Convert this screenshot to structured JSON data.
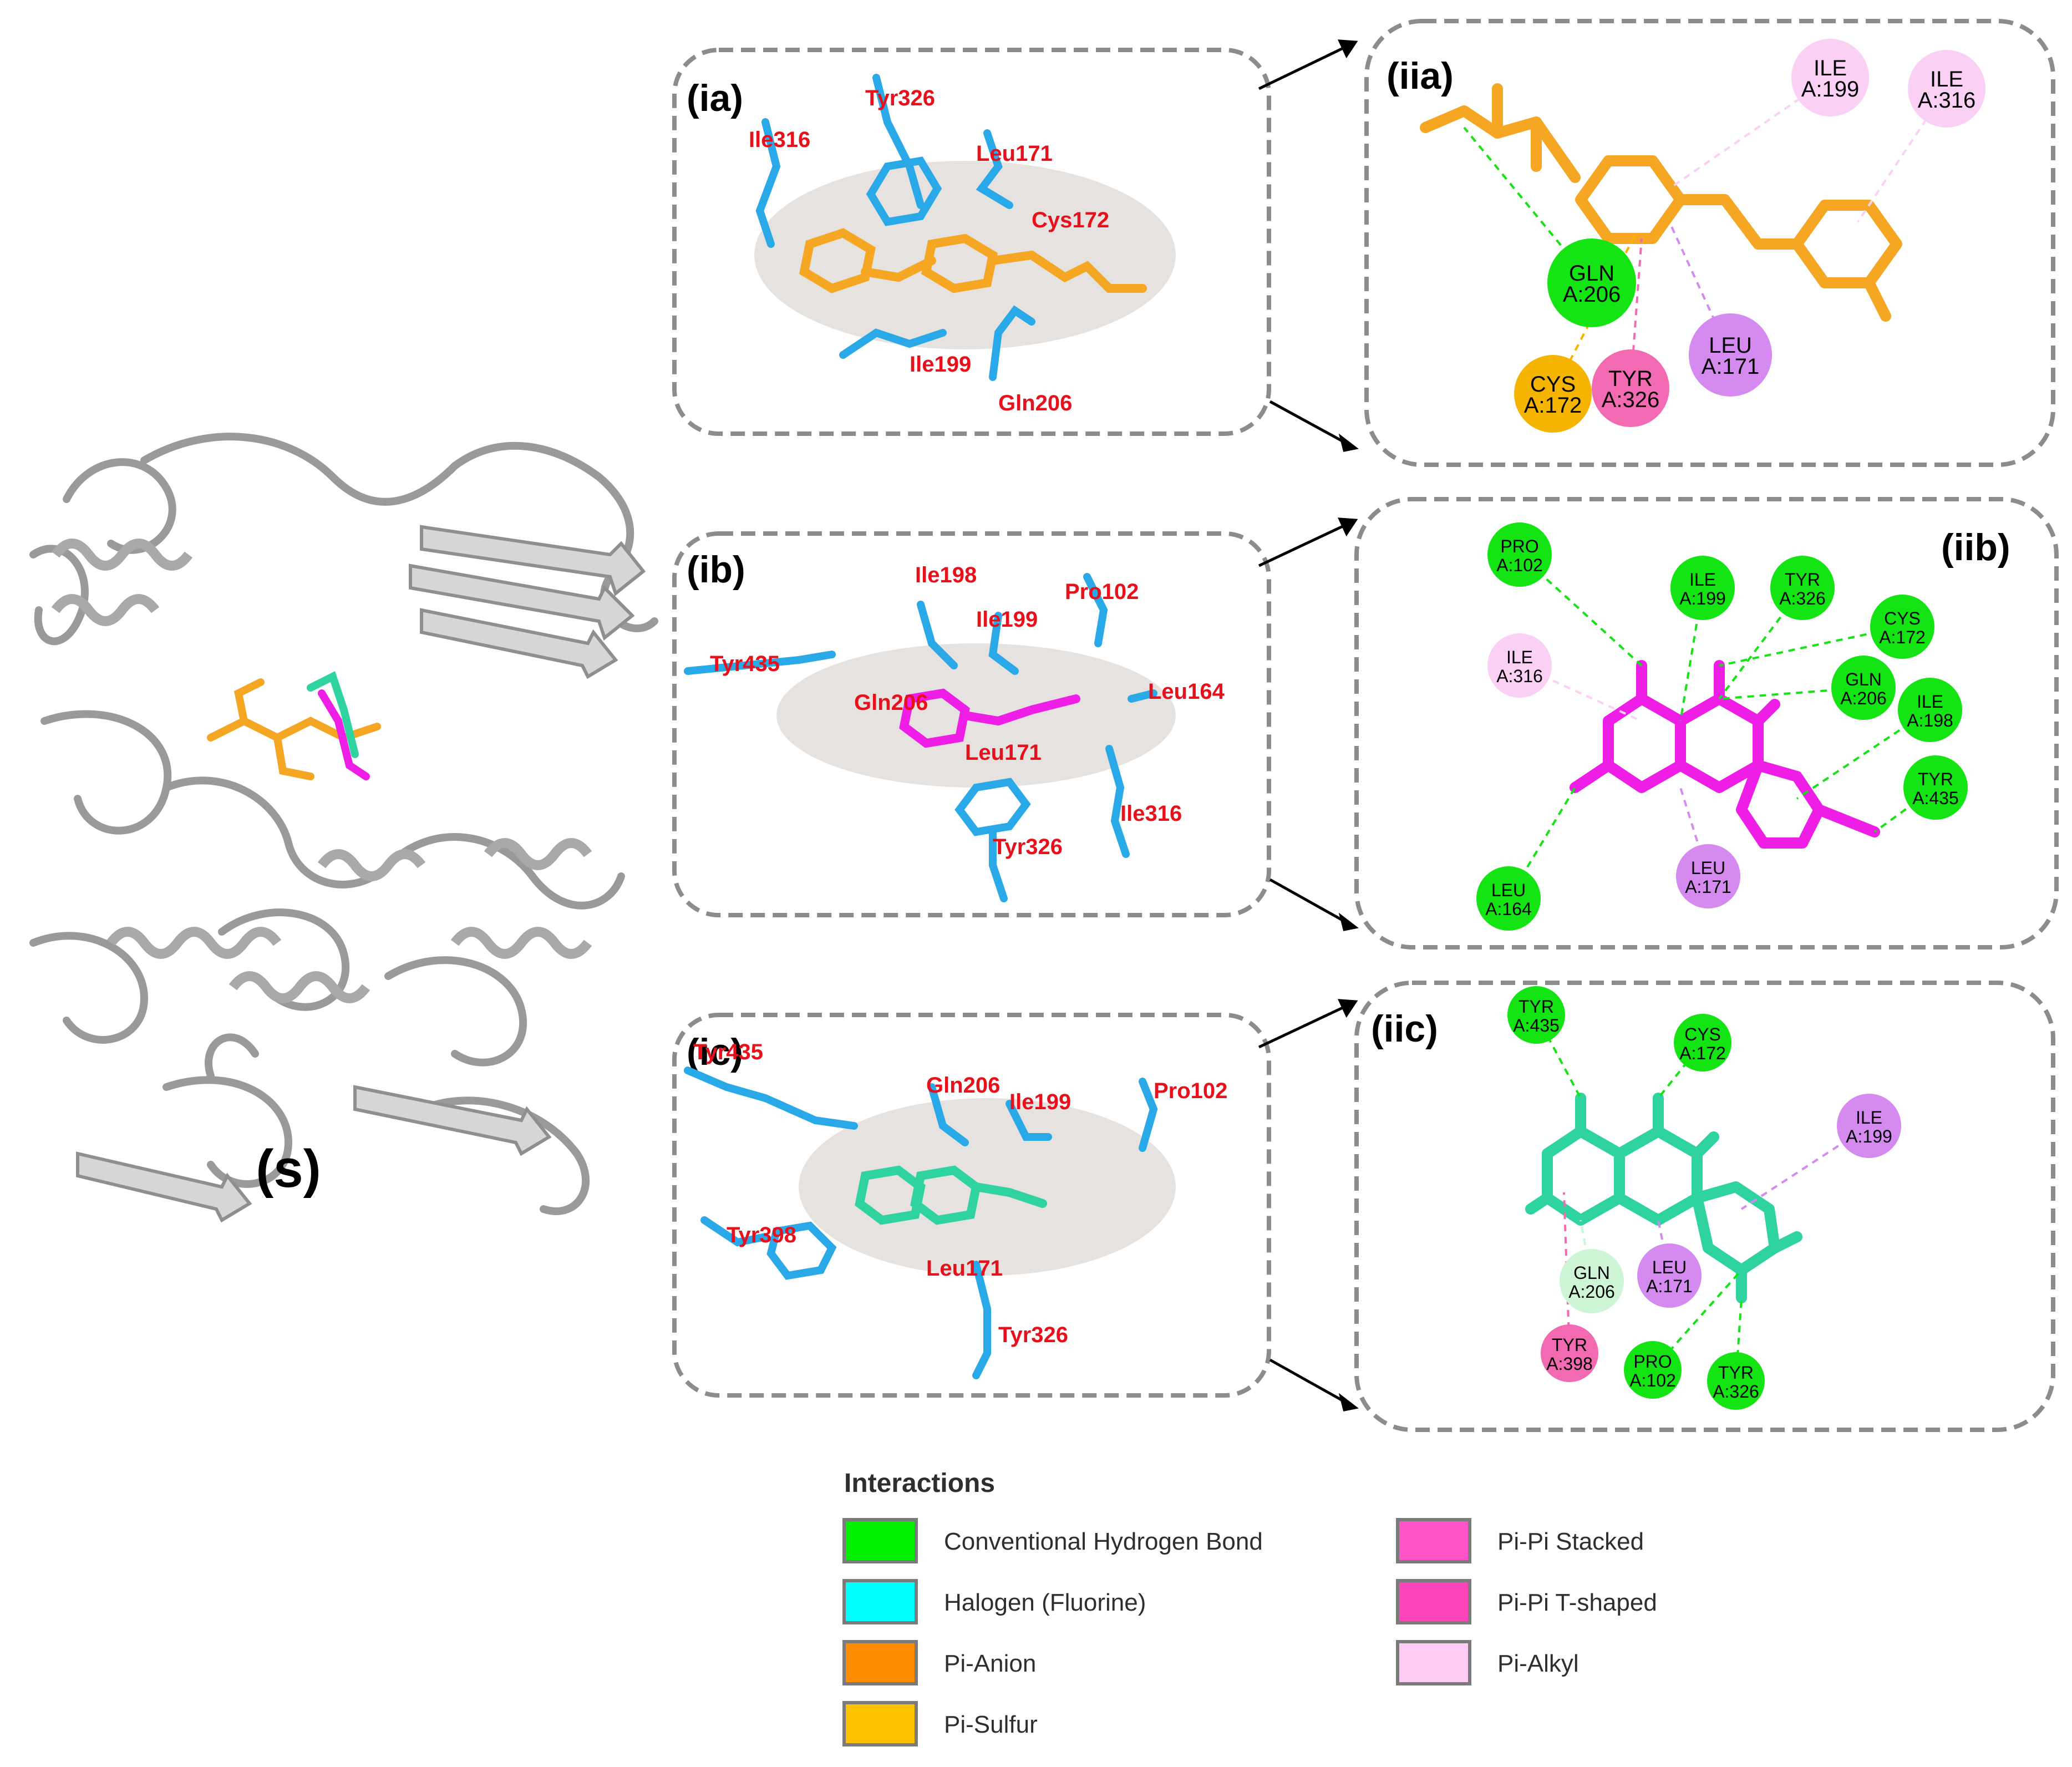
{
  "labels": {
    "s": "(s)",
    "ia": "(ia)",
    "ib": "(ib)",
    "ic": "(ic)",
    "iia": "(iia)",
    "iib": "(iib)",
    "iic": "(iic)"
  },
  "panel_ia": {
    "residues": [
      "Tyr326",
      "Ile316",
      "Leu171",
      "Cys172",
      "Ile199",
      "Gln206"
    ]
  },
  "panel_ib": {
    "residues": [
      "Ile198",
      "Ile199",
      "Pro102",
      "Tyr435",
      "Gln206",
      "Leu164",
      "Leu171",
      "Ile316",
      "Tyr326"
    ]
  },
  "panel_ic": {
    "residues": [
      "Tyr435",
      "Gln206",
      "Ile199",
      "Pro102",
      "Tyr398",
      "Leu171",
      "Tyr326"
    ]
  },
  "panel_iia": {
    "residues": [
      {
        "name": "ILE",
        "id": "A:199",
        "type": "pi-alkyl"
      },
      {
        "name": "ILE",
        "id": "A:316",
        "type": "pi-alkyl"
      },
      {
        "name": "GLN",
        "id": "A:206",
        "type": "hbond"
      },
      {
        "name": "CYS",
        "id": "A:172",
        "type": "pi-sulfur"
      },
      {
        "name": "TYR",
        "id": "A:326",
        "type": "pi-pi-stacked"
      },
      {
        "name": "LEU",
        "id": "A:171",
        "type": "alkyl"
      }
    ]
  },
  "panel_iib": {
    "residues": [
      {
        "name": "PRO",
        "id": "A:102",
        "type": "hbond"
      },
      {
        "name": "ILE",
        "id": "A:199",
        "type": "hbond"
      },
      {
        "name": "TYR",
        "id": "A:326",
        "type": "hbond"
      },
      {
        "name": "CYS",
        "id": "A:172",
        "type": "hbond"
      },
      {
        "name": "ILE",
        "id": "A:316",
        "type": "pi-alkyl"
      },
      {
        "name": "GLN",
        "id": "A:206",
        "type": "hbond"
      },
      {
        "name": "ILE",
        "id": "A:198",
        "type": "hbond"
      },
      {
        "name": "TYR",
        "id": "A:435",
        "type": "hbond"
      },
      {
        "name": "LEU",
        "id": "A:164",
        "type": "hbond"
      },
      {
        "name": "LEU",
        "id": "A:171",
        "type": "alkyl"
      }
    ]
  },
  "panel_iic": {
    "residues": [
      {
        "name": "TYR",
        "id": "A:435",
        "type": "hbond"
      },
      {
        "name": "CYS",
        "id": "A:172",
        "type": "hbond"
      },
      {
        "name": "ILE",
        "id": "A:199",
        "type": "alkyl"
      },
      {
        "name": "GLN",
        "id": "A:206",
        "type": "carbon-hbond"
      },
      {
        "name": "LEU",
        "id": "A:171",
        "type": "alkyl"
      },
      {
        "name": "TYR",
        "id": "A:398",
        "type": "pi-pi-stacked"
      },
      {
        "name": "PRO",
        "id": "A:102",
        "type": "hbond"
      },
      {
        "name": "TYR",
        "id": "A:326",
        "type": "hbond"
      }
    ]
  },
  "legend": {
    "title": "Interactions",
    "items": [
      {
        "label": "Conventional Hydrogen Bond",
        "color": "#00ee00"
      },
      {
        "label": "Halogen (Fluorine)",
        "color": "#00ffff"
      },
      {
        "label": "Pi-Anion",
        "color": "#ff8c00"
      },
      {
        "label": "Pi-Sulfur",
        "color": "#ffc000"
      },
      {
        "label": "Pi-Pi Stacked",
        "color": "#ff55c8"
      },
      {
        "label": "Pi-Pi T-shaped",
        "color": "#ff44bb"
      },
      {
        "label": "Pi-Alkyl",
        "color": "#ffccf5"
      }
    ]
  },
  "colors": {
    "hbond": "#14e314",
    "carbon-hbond": "#cdf5d6",
    "pi-alkyl": "#fbd0f5",
    "alkyl": "#d58af0",
    "pi-sulfur": "#f5b400",
    "pi-pi-stacked": "#f26ab1",
    "ligand_a": "#f5a623",
    "ligand_b": "#ee1ee6",
    "ligand_c": "#2ed3a0",
    "residue_stick": "#2aa9e8"
  }
}
